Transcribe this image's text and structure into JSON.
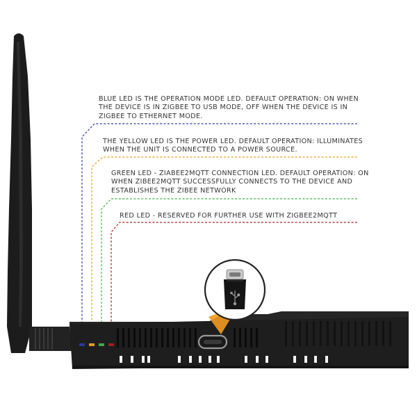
{
  "annotations": [
    {
      "led": "blue",
      "color": "#2b3aa0",
      "lines": [
        "BLUE LED IS THE OPERATION MODE LED. DEFAULT OPERATION: ON WHEN",
        "THE DEVICE IS IN ZIGBEE TO USB MODE, OFF WHEN THE DEVICE IS IN",
        "ZIGBEE TO ETHERNET MODE."
      ]
    },
    {
      "led": "yellow",
      "color": "#e0a020",
      "lines": [
        "THE YELLOW LED IS THE POWER LED. DEFAULT OPERATION: ILLUMINATES",
        "WHEN THE UNIT IS CONNECTED TO A POWER SOURCE."
      ]
    },
    {
      "led": "green",
      "color": "#3cb043",
      "lines": [
        "GREEN LED - ZIABEE2MQTT CONNECTION LED. DEFAULT OPERATION: ON",
        "WHEN ZIBEE2MQTT SUCCESSFULLY CONNECTS TO THE DEVICE AND",
        "ESTABLISHES THE ZIBEE NETWORK"
      ]
    },
    {
      "led": "red",
      "color": "#a02020",
      "lines": [
        "RED LED - RESERVED FOR FURTHER USE WITH ZIGBEE2MQTT"
      ]
    }
  ],
  "colors": {
    "device_body": "#1e1e1e",
    "device_edge": "#333333",
    "callout": "#f39a1e",
    "port_ring": "#9a9a9a"
  },
  "icons": {
    "usb_c_connector": "usb-c-connector-icon",
    "usb_symbol": "usb-symbol-icon"
  }
}
